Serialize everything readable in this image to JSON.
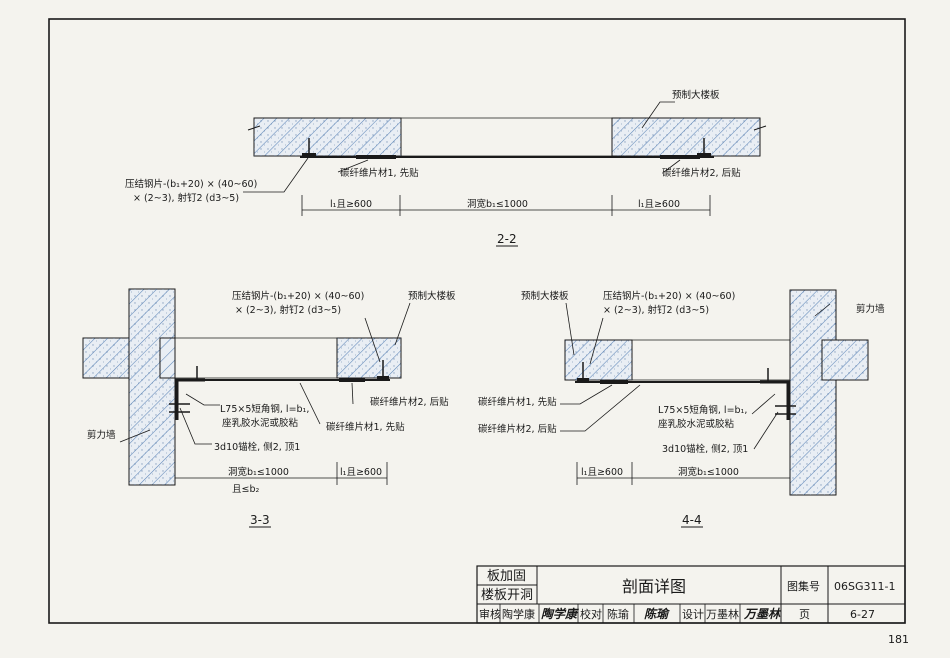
{
  "page_number": "181",
  "colors": {
    "concrete_hatch": "#5d86b8",
    "line": "#1a1a1a",
    "paper": "#f4f3ee"
  },
  "section_2_2": {
    "title": "2-2",
    "label_slab": "预制大楼板",
    "label_plate_1": "压结钢片-(b₁+20) × (40~60)",
    "label_plate_2": "× (2~3), 射钉2 (d3~5)",
    "label_carbon_first": "碳纤维片材1, 先贴",
    "label_carbon_after": "碳纤维片材2, 后贴",
    "dim_left": "l₁且≥600",
    "dim_mid": "洞宽b₁≤1000",
    "dim_right": "l₁且≥600"
  },
  "section_3_3": {
    "title": "3-3",
    "label_plate_1": "压结钢片-(b₁+20) × (40~60)",
    "label_plate_2": "× (2~3), 射钉2 (d3~5)",
    "label_slab": "预制大楼板",
    "label_angle_1": "L75×5短角钢, l=b₁,",
    "label_angle_2": "座乳胶水泥或胶粘",
    "label_shear_wall": "剪力墙",
    "label_bolts": "3d10锚栓, 侧2, 顶1",
    "label_carbon_after": "碳纤维片材2, 后贴",
    "label_carbon_first": "碳纤维片材1, 先贴",
    "dim_mid_1": "洞宽b₁≤1000",
    "dim_mid_2": "且≤b₂",
    "dim_right": "l₁且≥600"
  },
  "section_4_4": {
    "title": "4-4",
    "label_slab": "预制大楼板",
    "label_plate_1": "压结钢片-(b₁+20) × (40~60)",
    "label_plate_2": "× (2~3), 射钉2 (d3~5)",
    "label_shear_wall": "剪力墙",
    "label_carbon_first": "碳纤维片材1, 先贴",
    "label_carbon_after": "碳纤维片材2, 后贴",
    "label_angle_1": "L75×5短角钢, l=b₁,",
    "label_angle_2": "座乳胶水泥或胶粘",
    "label_bolts": "3d10锚栓, 侧2, 顶1",
    "dim_left": "l₁且≥600",
    "dim_mid": "洞宽b₁≤1000"
  },
  "title_block": {
    "category_1": "板加固",
    "category_2": "楼板开洞",
    "drawing_title": "剖面详图",
    "atlas_label": "图集号",
    "atlas_number": "06SG311-1",
    "review_label": "审核",
    "review_name": "陶学康",
    "review_sig": "陶学康",
    "check_label": "校对",
    "check_name": "陈瑜",
    "check_sig": "陈瑜",
    "design_label": "设计",
    "design_name": "万墨林",
    "design_sig": "万墨林",
    "page_label": "页",
    "page_value": "6-27"
  }
}
